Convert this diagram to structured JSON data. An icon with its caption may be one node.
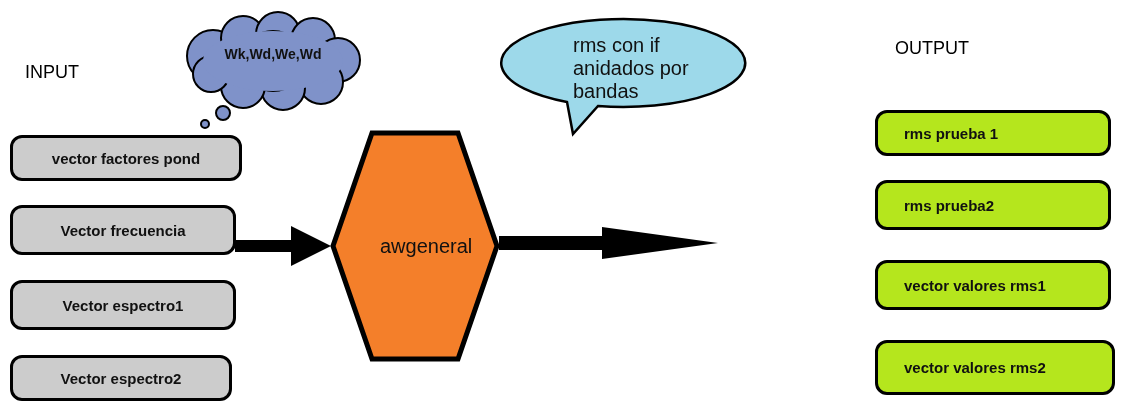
{
  "diagram": {
    "nodes": [
      {
        "text": [
          "Wk,Wd,We,Wd"
        ]
      },
      {
        "text": [
          "rms con if anidados por bandas"
        ]
      },
      {
        "text": [
          "vector factores pond"
        ]
      },
      {
        "text": [
          "Vector frecuencia"
        ]
      },
      {
        "text": [
          "Vector espectro1"
        ]
      },
      {
        "text": [
          "Vector espectro2"
        ]
      },
      {
        "text": [
          "awgeneral"
        ]
      },
      {
        "text": [
          "rms prueba 1"
        ]
      },
      {
        "text": [
          "rms prueba2"
        ]
      },
      {
        "text": [
          "vector valores rms1"
        ]
      },
      {
        "text": [
          "vector valores rms2"
        ]
      }
    ],
    "edges": [
      {
        "from": 3,
        "to": 6,
        "arrow": "to"
      },
      {
        "from": 6,
        "to": null,
        "arrow": "to"
      }
    ],
    "labels": [
      "INPUT",
      "OUTPUT"
    ]
  }
}
